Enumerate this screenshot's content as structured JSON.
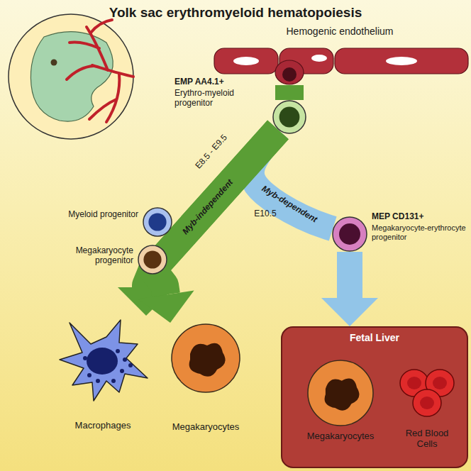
{
  "diagram": {
    "title": "Yolk sac erythromyeloid hematopoiesis",
    "nodes": [
      {
        "text": [
          "Hemogenic endothelium"
        ]
      },
      {
        "text": [
          "EMP AA4.1+",
          "Erythro-myeloid progenitor"
        ]
      },
      {
        "text": [
          "Myeloid progenitor"
        ]
      },
      {
        "text": [
          "Megakaryocyte progenitor"
        ]
      },
      {
        "text": [
          "MEP CD131+",
          "Megakaryocyte-erythrocyte progenitor"
        ]
      },
      {
        "text": [
          "Macrophages"
        ]
      },
      {
        "text": [
          "Megakaryocytes"
        ]
      },
      {
        "text": [
          "Fetal Liver"
        ]
      },
      {
        "text": [
          "Megakaryocytes"
        ],
        "in": 7
      },
      {
        "text": [
          "Red Blood Cells"
        ],
        "in": 7
      }
    ],
    "edges": [
      {
        "from": 0,
        "to": 1,
        "arrow": "none"
      },
      {
        "from": 1,
        "to": 5,
        "label": "Myb-independent",
        "arrow": "to"
      },
      {
        "from": 1,
        "to": 6,
        "arrow": "to"
      },
      {
        "from": 1,
        "to": 4,
        "label": "Myb-dependent",
        "arrow": "none"
      },
      {
        "from": 4,
        "to": 7,
        "arrow": "to"
      }
    ],
    "labels": [
      "E8.5 - E9.5",
      "E10.5"
    ]
  }
}
